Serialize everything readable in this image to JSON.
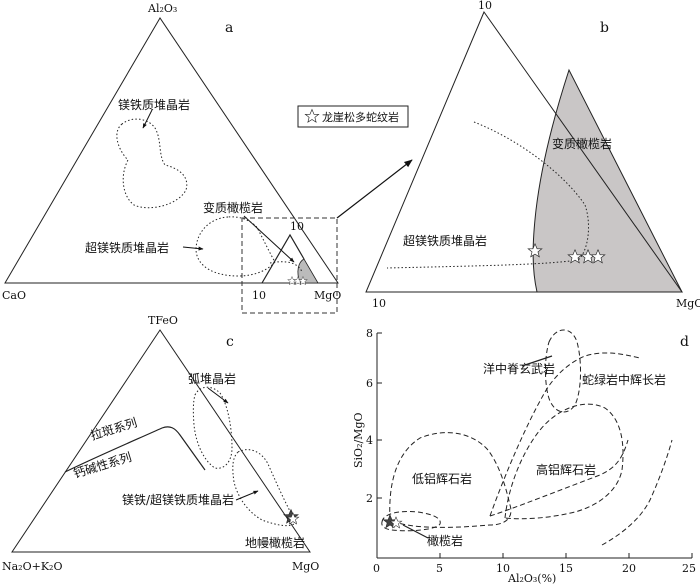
{
  "panel_a": {
    "letter": "a",
    "apex_top": "Al₂O₃",
    "apex_left": "CaO",
    "apex_right": "MgO",
    "inset_tick_top": "10",
    "inset_tick_left": "10",
    "field_mafic_cumulate": "镁铁质堆晶岩",
    "field_meta_peridotite": "变质橄榄岩",
    "field_ultramafic_cumulate": "超镁铁质堆晶岩"
  },
  "legend": {
    "label": "龙崖松多蛇纹岩"
  },
  "panel_b": {
    "letter": "b",
    "apex_top": "10",
    "apex_left": "10",
    "apex_right": "MgO",
    "field_meta_peridotite": "变质橄榄岩",
    "field_ultramafic_cumulate": "超镁铁质堆晶岩"
  },
  "panel_c": {
    "letter": "c",
    "apex_top": "TFeO",
    "apex_left": "Na₂O+K₂O",
    "apex_right": "MgO",
    "series_tholeiite": "拉斑系列",
    "series_calc_alkaline": "钙碱性系列",
    "field_arc_cumulate": "弧堆晶岩",
    "field_mafic_ultramafic_cumulate": "镁铁/超镁铁质堆晶岩",
    "field_mantle_peridotite": "地幔橄榄岩"
  },
  "panel_d": {
    "letter": "d",
    "ylabel": "SiO₂/MgO",
    "xlabel": "Al₂O₃(%)",
    "xticks": [
      "0",
      "5",
      "10",
      "15",
      "20",
      "25"
    ],
    "yticks": [
      "2",
      "4",
      "6",
      "8"
    ],
    "field_morb": "洋中脊玄武岩",
    "field_ophiolite_gabbro": "蛇绿岩中辉长岩",
    "field_low_al_pyroxenite": "低铝辉石岩",
    "field_high_al_pyroxenite": "高铝辉石岩",
    "field_peridotite": "橄榄岩"
  },
  "icons": {
    "sample_marker": "star-icon",
    "pointer": "arrow-icon"
  }
}
